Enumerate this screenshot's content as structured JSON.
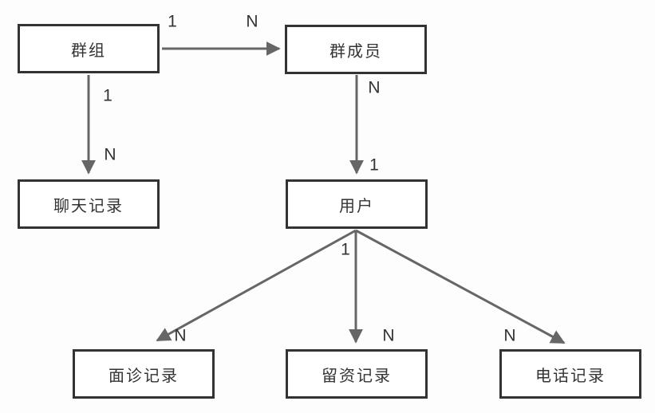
{
  "diagram": {
    "type": "entity-relationship",
    "entities": [
      {
        "id": "group",
        "label": "群组"
      },
      {
        "id": "group-member",
        "label": "群成员"
      },
      {
        "id": "chat-record",
        "label": "聊天记录"
      },
      {
        "id": "user",
        "label": "用户"
      },
      {
        "id": "consult-record",
        "label": "面诊记录"
      },
      {
        "id": "lead-record",
        "label": "留资记录"
      },
      {
        "id": "call-record",
        "label": "电话记录"
      }
    ],
    "relations": [
      {
        "from": "群组",
        "to": "群成员",
        "from_cardinality": "1",
        "to_cardinality": "N"
      },
      {
        "from": "群组",
        "to": "聊天记录",
        "from_cardinality": "1",
        "to_cardinality": "N"
      },
      {
        "from": "群成员",
        "to": "用户",
        "from_cardinality": "N",
        "to_cardinality": "1"
      },
      {
        "from": "用户",
        "to": "面诊记录",
        "from_cardinality": "1",
        "to_cardinality": "N"
      },
      {
        "from": "用户",
        "to": "留资记录",
        "from_cardinality": "1",
        "to_cardinality": "N"
      },
      {
        "from": "用户",
        "to": "电话记录",
        "from_cardinality": "1",
        "to_cardinality": "N"
      }
    ],
    "colors": {
      "box_border": "#333333",
      "box_fill": "#ffffff",
      "arrow": "#666666",
      "text": "#333333",
      "background": "#fdfdfd"
    }
  }
}
